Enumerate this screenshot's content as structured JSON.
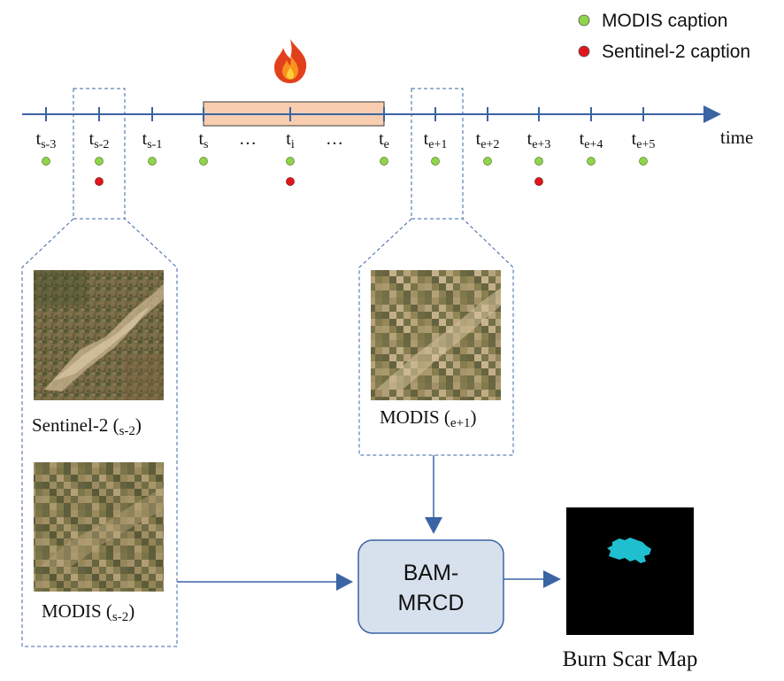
{
  "legend": {
    "items": [
      {
        "label": "MODIS caption",
        "color": "#8fd44a"
      },
      {
        "label": "Sentinel-2 caption",
        "color": "#e0161b"
      }
    ]
  },
  "timeline": {
    "axis_label": "time",
    "ticks": [
      {
        "base": "t",
        "sub": "s-3",
        "modis": true,
        "sentinel": false
      },
      {
        "base": "t",
        "sub": "s-2",
        "modis": true,
        "sentinel": true
      },
      {
        "base": "t",
        "sub": "s-1",
        "modis": true,
        "sentinel": false
      },
      {
        "base": "t",
        "sub": "s",
        "modis": true,
        "sentinel": false
      },
      {
        "base": "…",
        "sub": "",
        "modis": false,
        "sentinel": false
      },
      {
        "base": "t",
        "sub": "i",
        "modis": true,
        "sentinel": true
      },
      {
        "base": "…",
        "sub": "",
        "modis": false,
        "sentinel": false
      },
      {
        "base": "t",
        "sub": "e",
        "modis": true,
        "sentinel": false
      },
      {
        "base": "t",
        "sub": "e+1",
        "modis": true,
        "sentinel": false
      },
      {
        "base": "t",
        "sub": "e+2",
        "modis": true,
        "sentinel": false
      },
      {
        "base": "t",
        "sub": "e+3",
        "modis": true,
        "sentinel": true
      },
      {
        "base": "t",
        "sub": "e+4",
        "modis": true,
        "sentinel": false
      },
      {
        "base": "t",
        "sub": "e+5",
        "modis": true,
        "sentinel": false
      }
    ],
    "fire_icon": "fire-icon",
    "colors": {
      "axis": "#3a64a3",
      "fire_period": "#f8cdb0",
      "dashed": "#3a64a3"
    }
  },
  "images": {
    "sentinel_left": {
      "caption": "Sentinel-2 (",
      "sub": "s-2",
      "close": ")"
    },
    "modis_left": {
      "caption": "MODIS (",
      "sub": "s-2",
      "close": ")"
    },
    "modis_right": {
      "caption": "MODIS (",
      "sub": "e+1",
      "close": ")"
    }
  },
  "model": {
    "line1": "BAM-",
    "line2": "MRCD",
    "color": "#d7e1ed"
  },
  "output": {
    "label": "Burn Scar Map",
    "scar_color": "#1fbfd0"
  }
}
